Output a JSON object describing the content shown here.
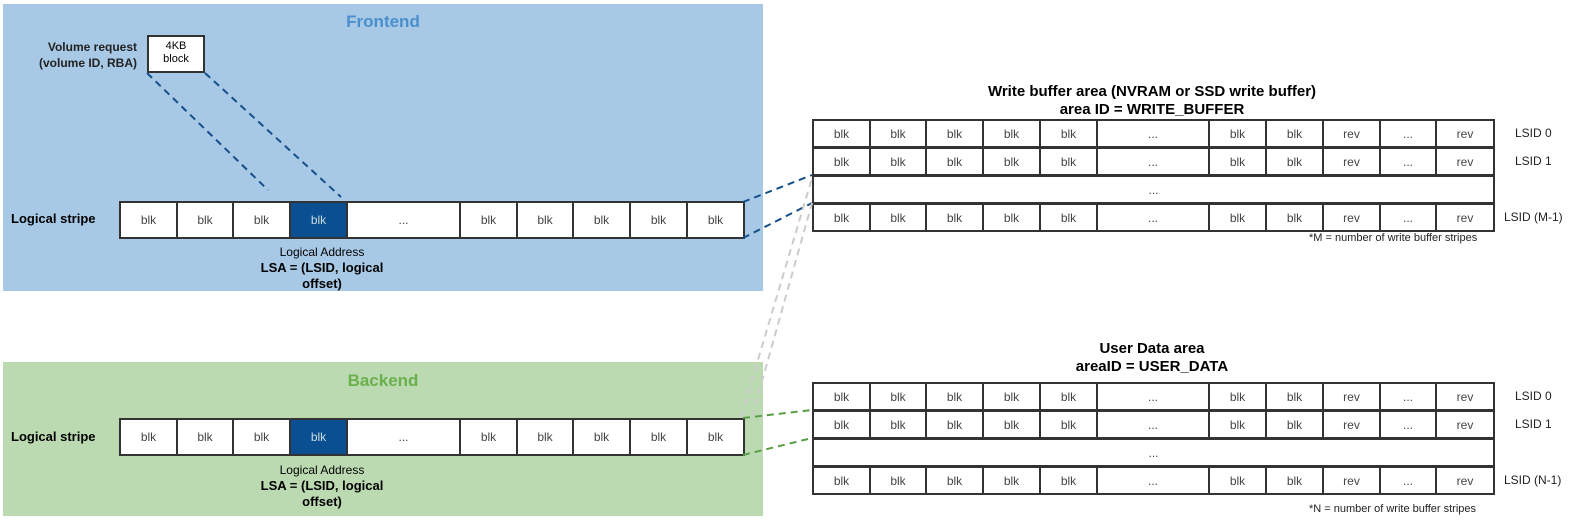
{
  "colors": {
    "frontend_bg": "#a8c9e6",
    "frontend_title": "#4a8fcc",
    "backend_bg": "#bcdab1",
    "backend_title": "#6ab04c",
    "highlight_block": "#0b4f93",
    "frontend_line": "#144f8a",
    "backend_line": "#5c9e48",
    "link_line": "#cccccc"
  },
  "frontend": {
    "title": "Frontend",
    "volume_request": {
      "line1": "Volume request",
      "line2": "(volume ID, RBA)"
    },
    "block": {
      "line1": "4KB",
      "line2": "block"
    },
    "stripe_label": "Logical stripe",
    "stripe_cells": [
      "blk",
      "blk",
      "blk",
      "blk",
      "...",
      "blk",
      "blk",
      "blk",
      "blk",
      "blk"
    ],
    "highlight_index": 3,
    "address": {
      "line1": "Logical Address",
      "line2": "LSA = (LSID, logical",
      "line3": "offset)"
    }
  },
  "backend": {
    "title": "Backend",
    "stripe_label": "Logical stripe",
    "stripe_cells": [
      "blk",
      "blk",
      "blk",
      "blk",
      "...",
      "blk",
      "blk",
      "blk",
      "blk",
      "blk"
    ],
    "highlight_index": 3,
    "address": {
      "line1": "Logical Address",
      "line2": "LSA = (LSID, logical",
      "line3": "offset)"
    }
  },
  "write_buffer": {
    "title1": "Write buffer area (NVRAM or SSD write buffer)",
    "title2": "area ID = WRITE_BUFFER",
    "row_cells": [
      "blk",
      "blk",
      "blk",
      "blk",
      "blk",
      "...",
      "blk",
      "blk",
      "rev",
      "...",
      "rev"
    ],
    "middle_row": "...",
    "lsid_labels": [
      "LSID 0",
      "LSID 1",
      "LSID (M-1)"
    ],
    "footnote": "*M = number of write buffer stripes"
  },
  "user_data": {
    "title1": "User Data area",
    "title2": "areaID = USER_DATA",
    "row_cells": [
      "blk",
      "blk",
      "blk",
      "blk",
      "blk",
      "...",
      "blk",
      "blk",
      "rev",
      "...",
      "rev"
    ],
    "middle_row": "...",
    "lsid_labels": [
      "LSID 0",
      "LSID 1",
      "LSID (N-1)"
    ],
    "footnote": "*N = number of write buffer stripes"
  }
}
